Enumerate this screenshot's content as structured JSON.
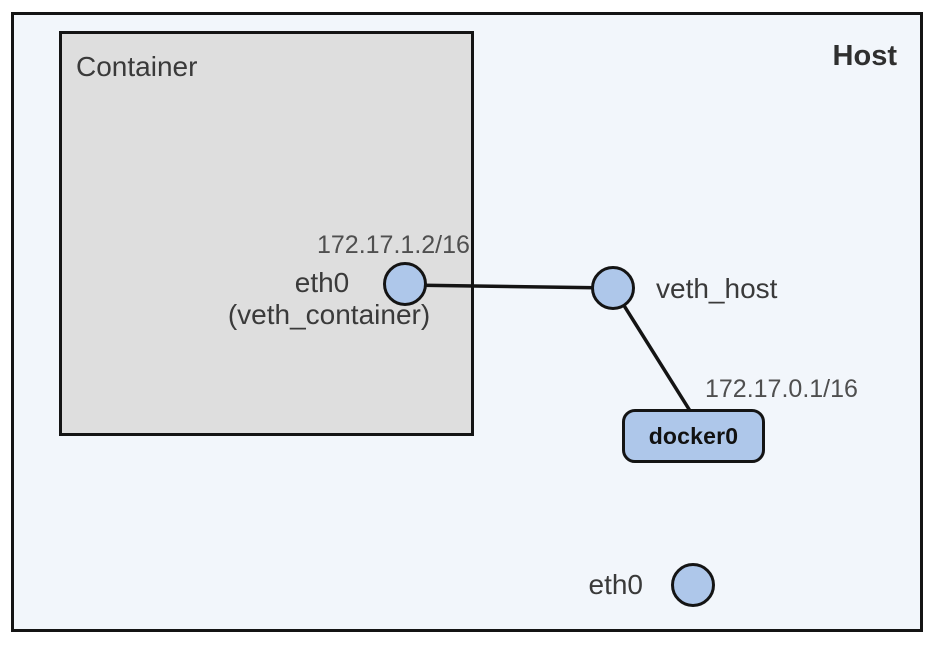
{
  "diagram": {
    "host": {
      "label": "Host"
    },
    "container": {
      "label": "Container"
    },
    "nodes": {
      "eth0_container": {
        "label": "eth0",
        "sublabel": "(veth_container)",
        "ip": "172.17.1.2/16"
      },
      "veth_host": {
        "label": "veth_host"
      },
      "docker0": {
        "label": "docker0",
        "ip": "172.17.0.1/16"
      },
      "eth0_host": {
        "label": "eth0"
      }
    },
    "colors": {
      "host_fill": "#f2f6fb",
      "container_fill": "#dedede",
      "node_fill": "#aec7ea",
      "node_border": "#141414",
      "line_color": "#141414",
      "text_color": "#3a3a3a",
      "ip_text_color": "#4f4f4f"
    }
  }
}
